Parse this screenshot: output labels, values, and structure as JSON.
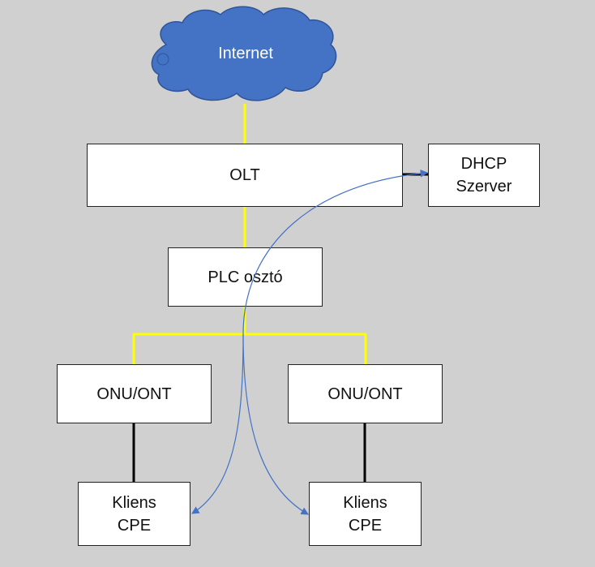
{
  "cloud": {
    "label": "Internet",
    "color": "#4472C4",
    "stroke": "#2F5597"
  },
  "nodes": {
    "olt": {
      "label": "OLT"
    },
    "dhcp": {
      "line1": "DHCP",
      "line2": "Szerver"
    },
    "splitter": {
      "label": "PLC osztó"
    },
    "onu_left": {
      "label": "ONU/ONT"
    },
    "onu_right": {
      "label": "ONU/ONT"
    },
    "cpe_left": {
      "line1": "Kliens",
      "line2": "CPE"
    },
    "cpe_right": {
      "line1": "Kliens",
      "line2": "CPE"
    }
  },
  "colors": {
    "fiber": "#FFFF00",
    "copper": "#000000",
    "dhcp_flow": "#4472C4",
    "background": "#D0D0D0"
  }
}
